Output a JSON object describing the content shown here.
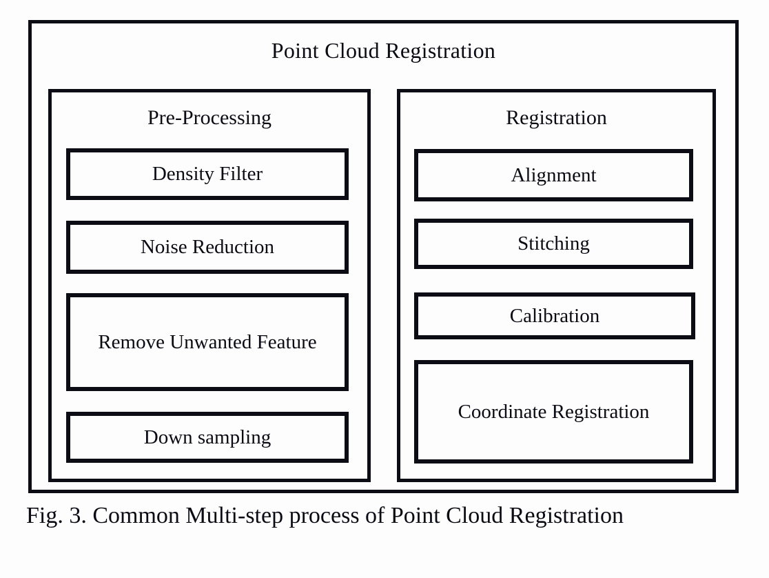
{
  "figure": {
    "title": "Point Cloud Registration",
    "caption": "Fig. 3. Common Multi-step process of Point Cloud Registration",
    "colors": {
      "background": "#fdfdfd",
      "stroke": "#0c0c14",
      "text": "#0b0b14"
    }
  },
  "panels": [
    {
      "id": "pre-processing",
      "title": "Pre-Processing",
      "items": [
        {
          "label": "Density Filter"
        },
        {
          "label": "Noise Reduction"
        },
        {
          "label": "Remove Unwanted Feature"
        },
        {
          "label": "Down sampling"
        }
      ]
    },
    {
      "id": "registration",
      "title": "Registration",
      "items": [
        {
          "label": "Alignment"
        },
        {
          "label": "Stitching"
        },
        {
          "label": "Calibration"
        },
        {
          "label": "Coordinate Registration"
        }
      ]
    }
  ]
}
